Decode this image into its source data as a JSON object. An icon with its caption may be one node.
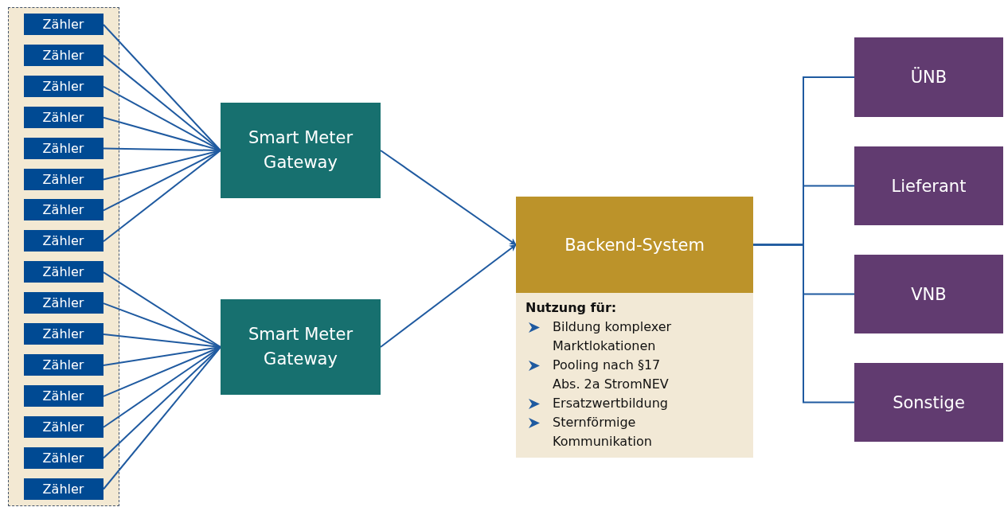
{
  "diagram": {
    "nodes": [
      {
        "text": [],
        "shape": "box"
      },
      {
        "text": [
          "Zähler"
        ],
        "in": 0
      },
      {
        "text": [
          "Zähler"
        ],
        "in": 0
      },
      {
        "text": [
          "Zähler"
        ],
        "in": 0
      },
      {
        "text": [
          "Zähler"
        ],
        "in": 0
      },
      {
        "text": [
          "Zähler"
        ],
        "in": 0
      },
      {
        "text": [
          "Zähler"
        ],
        "in": 0
      },
      {
        "text": [
          "Zähler"
        ],
        "in": 0
      },
      {
        "text": [
          "Zähler"
        ],
        "in": 0
      },
      {
        "text": [
          "Zähler"
        ],
        "in": 0
      },
      {
        "text": [
          "Zähler"
        ],
        "in": 0
      },
      {
        "text": [
          "Zähler"
        ],
        "in": 0
      },
      {
        "text": [
          "Zähler"
        ],
        "in": 0
      },
      {
        "text": [
          "Zähler"
        ],
        "in": 0
      },
      {
        "text": [
          "Zähler"
        ],
        "in": 0
      },
      {
        "text": [
          "Zähler"
        ],
        "in": 0
      },
      {
        "text": [
          "Zähler"
        ],
        "in": 0
      },
      {
        "text": [
          "Smart Meter Gateway"
        ]
      },
      {
        "text": [
          "Smart Meter Gateway"
        ]
      },
      {
        "text": [
          "Backend-System"
        ]
      },
      {
        "text": [
          "Nutzung für:",
          "Bildung komplexer Marktlokationen",
          "Pooling nach §17 Abs. 2a StromNEV",
          "Ersatzwertbildung",
          "Sternförmige Kommunikation"
        ]
      },
      {
        "text": [
          "ÜNB"
        ]
      },
      {
        "text": [
          "Lieferant"
        ]
      },
      {
        "text": [
          "VNB"
        ]
      },
      {
        "text": [
          "Sonstige"
        ]
      }
    ],
    "edges": [
      {
        "from": 1,
        "to": 17,
        "arrow": "none"
      },
      {
        "from": 2,
        "to": 17,
        "arrow": "none"
      },
      {
        "from": 3,
        "to": 17,
        "arrow": "none"
      },
      {
        "from": 4,
        "to": 17,
        "arrow": "none"
      },
      {
        "from": 5,
        "to": 17,
        "arrow": "none"
      },
      {
        "from": 6,
        "to": 17,
        "arrow": "none"
      },
      {
        "from": 7,
        "to": 17,
        "arrow": "none"
      },
      {
        "from": 8,
        "to": 17,
        "arrow": "none"
      },
      {
        "from": 9,
        "to": 18,
        "arrow": "none"
      },
      {
        "from": 10,
        "to": 18,
        "arrow": "none"
      },
      {
        "from": 11,
        "to": 18,
        "arrow": "none"
      },
      {
        "from": 12,
        "to": 18,
        "arrow": "none"
      },
      {
        "from": 13,
        "to": 18,
        "arrow": "none"
      },
      {
        "from": 14,
        "to": 18,
        "arrow": "none"
      },
      {
        "from": 15,
        "to": 18,
        "arrow": "none"
      },
      {
        "from": 16,
        "to": 18,
        "arrow": "none"
      },
      {
        "from": 17,
        "to": 19,
        "arrow": "to"
      },
      {
        "from": 18,
        "to": 19,
        "arrow": "to"
      },
      {
        "from": 19,
        "to": 21,
        "arrow": "none"
      },
      {
        "from": 19,
        "to": 22,
        "arrow": "none"
      },
      {
        "from": 19,
        "to": 23,
        "arrow": "none"
      },
      {
        "from": 19,
        "to": 24,
        "arrow": "none"
      }
    ]
  }
}
